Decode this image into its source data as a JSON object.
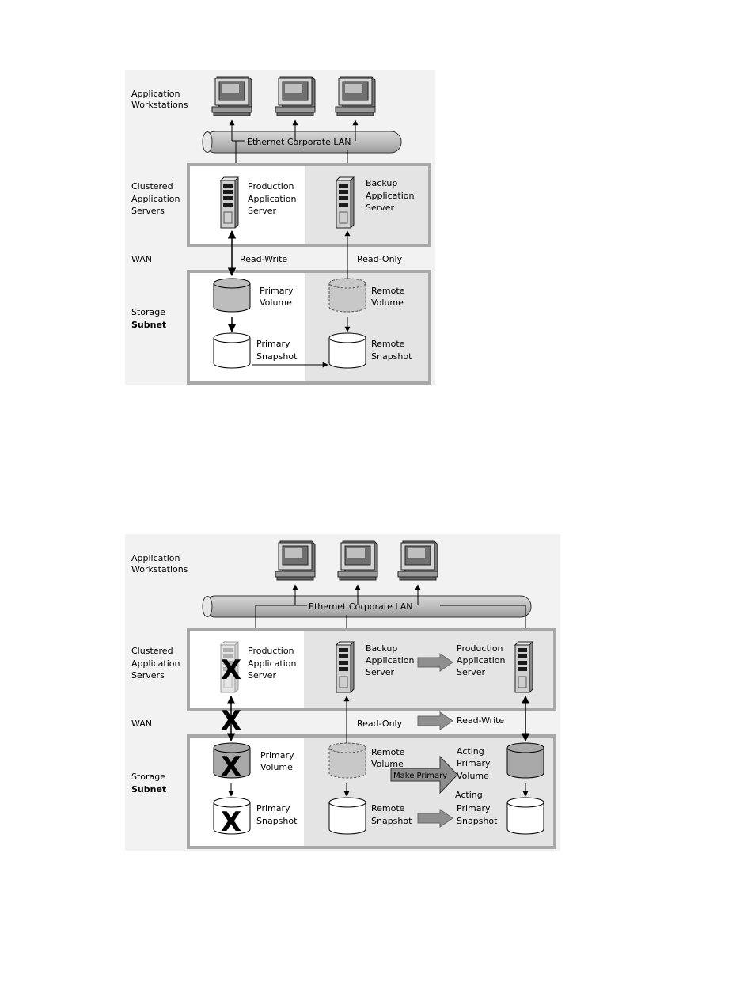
{
  "diagram1": {
    "tier_labels": {
      "workstations": [
        "Application",
        "Workstations"
      ],
      "servers": [
        "Clustered",
        "Application",
        "Servers"
      ],
      "wan": "WAN",
      "storage": "Storage",
      "subnet": "Subnet"
    },
    "lan_label": "Ethernet Corporate LAN",
    "production_server": [
      "Production",
      "Application",
      "Server"
    ],
    "backup_server": [
      "Backup",
      "Application",
      "Server"
    ],
    "read_write": "Read-Write",
    "read_only": "Read-Only",
    "primary_volume": [
      "Primary",
      "Volume"
    ],
    "remote_volume": [
      "Remote",
      "Volume"
    ],
    "primary_snapshot": [
      "Primary",
      "Snapshot"
    ],
    "remote_snapshot": [
      "Remote",
      "Snapshot"
    ]
  },
  "diagram2": {
    "tier_labels": {
      "workstations": [
        "Application",
        "Workstations"
      ],
      "servers": [
        "Clustered",
        "Application",
        "Servers"
      ],
      "wan": "WAN",
      "storage": "Storage",
      "subnet": "Subnet"
    },
    "lan_label": "Ethernet Corporate LAN",
    "production_server": [
      "Production",
      "Application",
      "Server"
    ],
    "backup_server": [
      "Backup",
      "Application",
      "Server"
    ],
    "new_production_server": [
      "Production",
      "Application",
      "Server"
    ],
    "read_only": "Read-Only",
    "read_write": "Read-Write",
    "primary_volume": [
      "Primary",
      "Volume"
    ],
    "remote_volume": [
      "Remote",
      "Volume"
    ],
    "acting_primary_volume": [
      "Acting",
      "Primary",
      "Volume"
    ],
    "make_primary": "Make Primary",
    "primary_snapshot": [
      "Primary",
      "Snapshot"
    ],
    "remote_snapshot": [
      "Remote",
      "Snapshot"
    ],
    "acting_primary_snapshot": [
      "Acting",
      "Primary",
      "Snapshot"
    ],
    "failed_mark": "X"
  }
}
